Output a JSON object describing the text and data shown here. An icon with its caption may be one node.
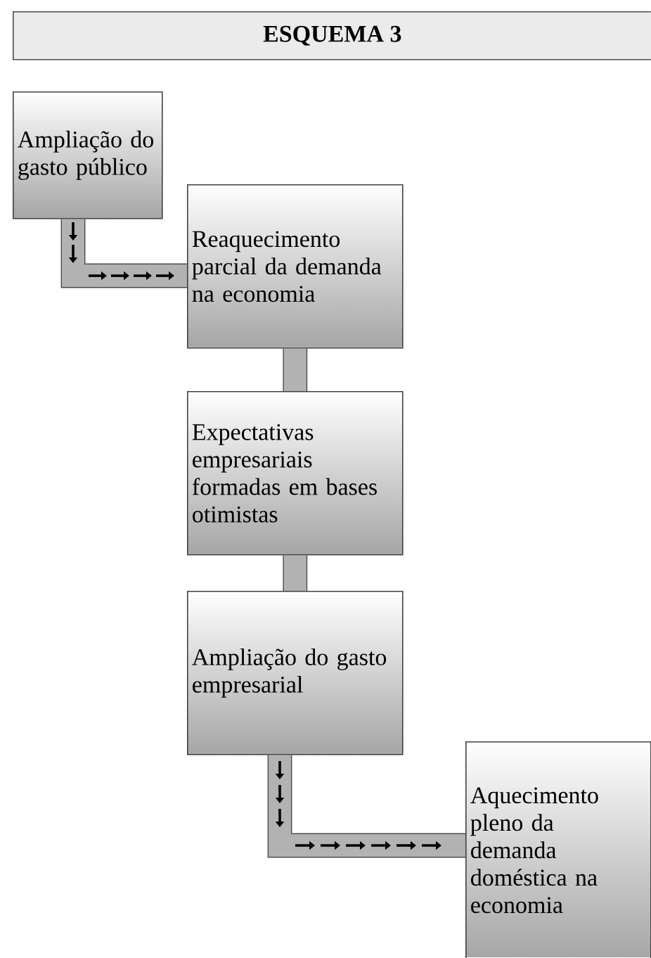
{
  "diagram": {
    "title": "ESQUEMA 3",
    "nodes": [
      {
        "text": [
          "Ampliação do gasto público"
        ]
      },
      {
        "text": [
          "Reaquecimento parcial da demanda na economia"
        ]
      },
      {
        "text": [
          "Expectativas empresariais formadas em bases otimistas"
        ]
      },
      {
        "text": [
          "Ampliação do gasto empresarial"
        ]
      },
      {
        "text": [
          "Aquecimento pleno da demanda doméstica na economia"
        ]
      }
    ],
    "edges": [
      {
        "from": 0,
        "to": 1,
        "arrow": "to"
      },
      {
        "from": 1,
        "to": 2,
        "arrow": "none"
      },
      {
        "from": 2,
        "to": 3,
        "arrow": "none"
      },
      {
        "from": 3,
        "to": 4,
        "arrow": "to"
      }
    ]
  }
}
